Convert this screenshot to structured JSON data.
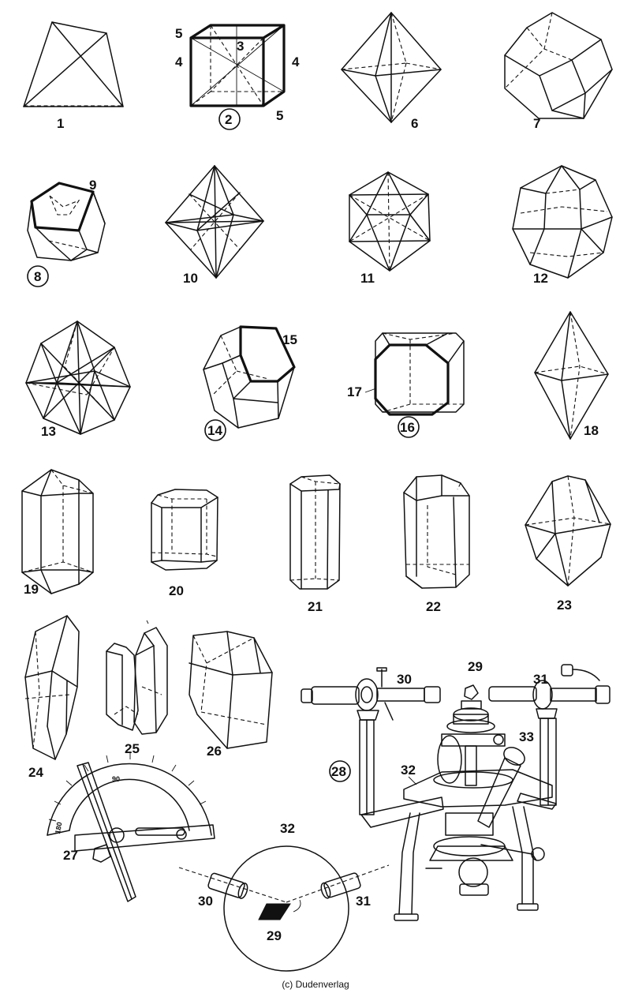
{
  "labels": {
    "n1": "1",
    "n2": "2",
    "n3": "3",
    "n4a": "4",
    "n4b": "4",
    "n5a": "5",
    "n5b": "5",
    "n6": "6",
    "n7": "7",
    "n8": "8",
    "n9": "9",
    "n10": "10",
    "n11": "11",
    "n12": "12",
    "n13": "13",
    "n14": "14",
    "n15": "15",
    "n16": "16",
    "n17": "17",
    "n18": "18",
    "n19": "19",
    "n20": "20",
    "n21": "21",
    "n22": "22",
    "n23": "23",
    "n24": "24",
    "n25": "25",
    "n26": "26",
    "n27": "27",
    "n28": "28",
    "n29a": "29",
    "n29b": "29",
    "n30a": "30",
    "n30b": "30",
    "n31a": "31",
    "n31b": "31",
    "n32a": "32",
    "n32b": "32",
    "n33": "33"
  },
  "goniometer_scale": {
    "tick_90": "90",
    "tick_180": "180"
  },
  "credit": "(c) Dudenverlag"
}
